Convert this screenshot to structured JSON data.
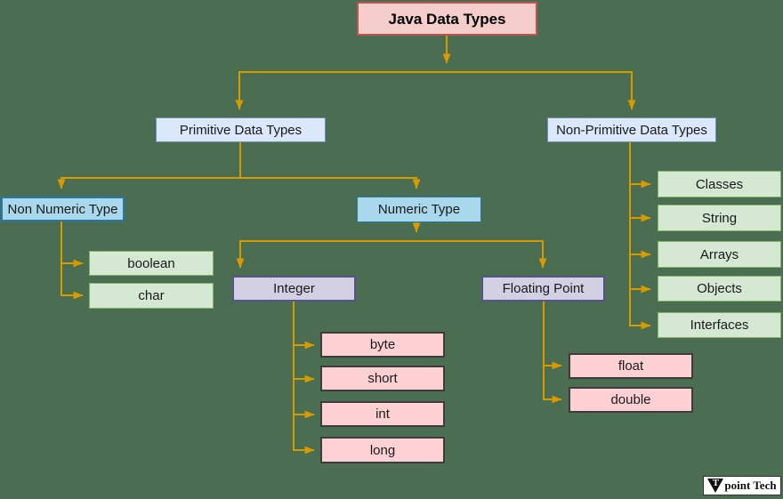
{
  "diagram": {
    "title": "Java Data Types",
    "type": "tree-flowchart",
    "nodes": {
      "root": {
        "label": "Java Data Types"
      },
      "primitive": {
        "label": "Primitive Data Types"
      },
      "non_primitive": {
        "label": "Non-Primitive Data Types"
      },
      "non_numeric": {
        "label": "Non Numeric Type"
      },
      "numeric": {
        "label": "Numeric Type"
      },
      "boolean": {
        "label": "boolean"
      },
      "char": {
        "label": "char"
      },
      "integer": {
        "label": "Integer"
      },
      "floating_point": {
        "label": "Floating Point"
      },
      "byte": {
        "label": "byte"
      },
      "short": {
        "label": "short"
      },
      "int": {
        "label": "int"
      },
      "long": {
        "label": "long"
      },
      "float": {
        "label": "float"
      },
      "double": {
        "label": "double"
      },
      "classes": {
        "label": "Classes"
      },
      "string": {
        "label": "String"
      },
      "arrays": {
        "label": "Arrays"
      },
      "objects": {
        "label": "Objects"
      },
      "interfaces": {
        "label": "Interfaces"
      }
    },
    "edges": [
      {
        "from": "Java Data Types",
        "to": "Primitive Data Types"
      },
      {
        "from": "Java Data Types",
        "to": "Non-Primitive Data Types"
      },
      {
        "from": "Primitive Data Types",
        "to": "Non Numeric Type"
      },
      {
        "from": "Primitive Data Types",
        "to": "Numeric Type"
      },
      {
        "from": "Non Numeric Type",
        "to": "boolean"
      },
      {
        "from": "Non Numeric Type",
        "to": "char"
      },
      {
        "from": "Numeric Type",
        "to": "Integer"
      },
      {
        "from": "Numeric Type",
        "to": "Floating Point"
      },
      {
        "from": "Integer",
        "to": "byte"
      },
      {
        "from": "Integer",
        "to": "short"
      },
      {
        "from": "Integer",
        "to": "int"
      },
      {
        "from": "Integer",
        "to": "long"
      },
      {
        "from": "Floating Point",
        "to": "float"
      },
      {
        "from": "Floating Point",
        "to": "double"
      },
      {
        "from": "Non-Primitive Data Types",
        "to": "Classes"
      },
      {
        "from": "Non-Primitive Data Types",
        "to": "String"
      },
      {
        "from": "Non-Primitive Data Types",
        "to": "Arrays"
      },
      {
        "from": "Non-Primitive Data Types",
        "to": "Objects"
      },
      {
        "from": "Non-Primitive Data Types",
        "to": "Interfaces"
      }
    ],
    "colors": {
      "background": "#4b6e53",
      "connector": "#d79b00",
      "root_fill": "#f5cdca",
      "root_border": "#c05550",
      "category_fill": "#dbe8fc",
      "category_border": "#6c8ebf",
      "type_fill": "#a9d8ec",
      "type_border": "#2478aa",
      "green_fill": "#d5e8d4",
      "green_border": "#83b466",
      "purple_fill": "#d3d0e4",
      "purple_border": "#55538a",
      "leaf_fill": "#fdd0d3",
      "leaf_border": "#3c3c3c"
    }
  },
  "logo": {
    "initial": "T",
    "brand_suffix": "point Tech"
  }
}
